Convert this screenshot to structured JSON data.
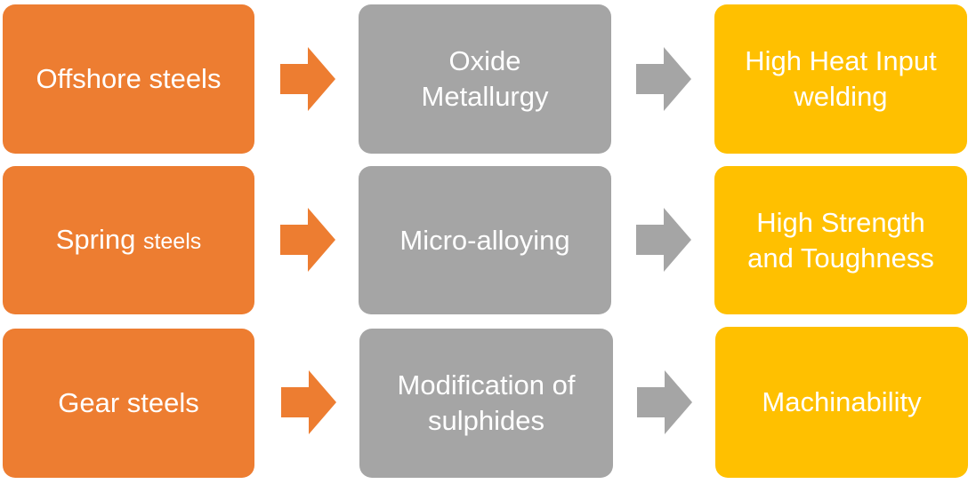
{
  "colors": {
    "orange": "#ED7D31",
    "gray": "#A5A5A5",
    "gold": "#FFC000"
  },
  "rows": [
    {
      "steel": "Offshore steels",
      "method": "Oxide\nMetallurgy",
      "outcome": "High Heat Input\nwelding"
    },
    {
      "steel_main": "Spring",
      "steel_small": "steels",
      "method": "Micro-alloying",
      "outcome": "High Strength\nand Toughness"
    },
    {
      "steel": "Gear steels",
      "method": "Modification of\nsulphides",
      "outcome": "Machinability"
    }
  ],
  "icons": {
    "arrow": "right-arrow-icon"
  }
}
